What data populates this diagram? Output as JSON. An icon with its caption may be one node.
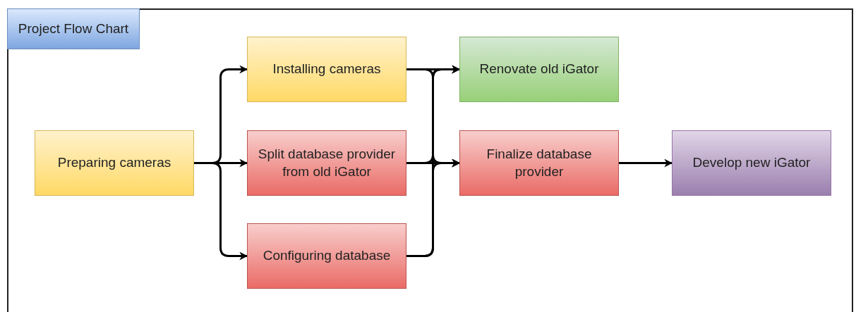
{
  "diagram": {
    "nodes": [
      {
        "text": [
          "Project Flow Chart"
        ]
      },
      {
        "text": [
          "Preparing cameras"
        ],
        "in": 0
      },
      {
        "text": [
          "Installing cameras"
        ],
        "in": 0
      },
      {
        "text": [
          "Split database provider from old iGator"
        ],
        "in": 0
      },
      {
        "text": [
          "Configuring database"
        ],
        "in": 0
      },
      {
        "text": [
          "Renovate old iGator"
        ],
        "in": 0
      },
      {
        "text": [
          "Finalize database provider"
        ],
        "in": 0
      },
      {
        "text": [
          "Develop new iGator"
        ],
        "in": 0
      }
    ],
    "edges": [
      {
        "from": 1,
        "to": 2,
        "arrow": "to"
      },
      {
        "from": 1,
        "to": 3,
        "arrow": "to"
      },
      {
        "from": 1,
        "to": 4,
        "arrow": "to"
      },
      {
        "from": 2,
        "to": 5,
        "arrow": "to"
      },
      {
        "from": 2,
        "to": 6,
        "arrow": "to"
      },
      {
        "from": 3,
        "to": 5,
        "arrow": "to"
      },
      {
        "from": 3,
        "to": 6,
        "arrow": "to"
      },
      {
        "from": 4,
        "to": 5,
        "arrow": "to"
      },
      {
        "from": 4,
        "to": 6,
        "arrow": "to"
      },
      {
        "from": 6,
        "to": 7,
        "arrow": "to"
      }
    ]
  }
}
